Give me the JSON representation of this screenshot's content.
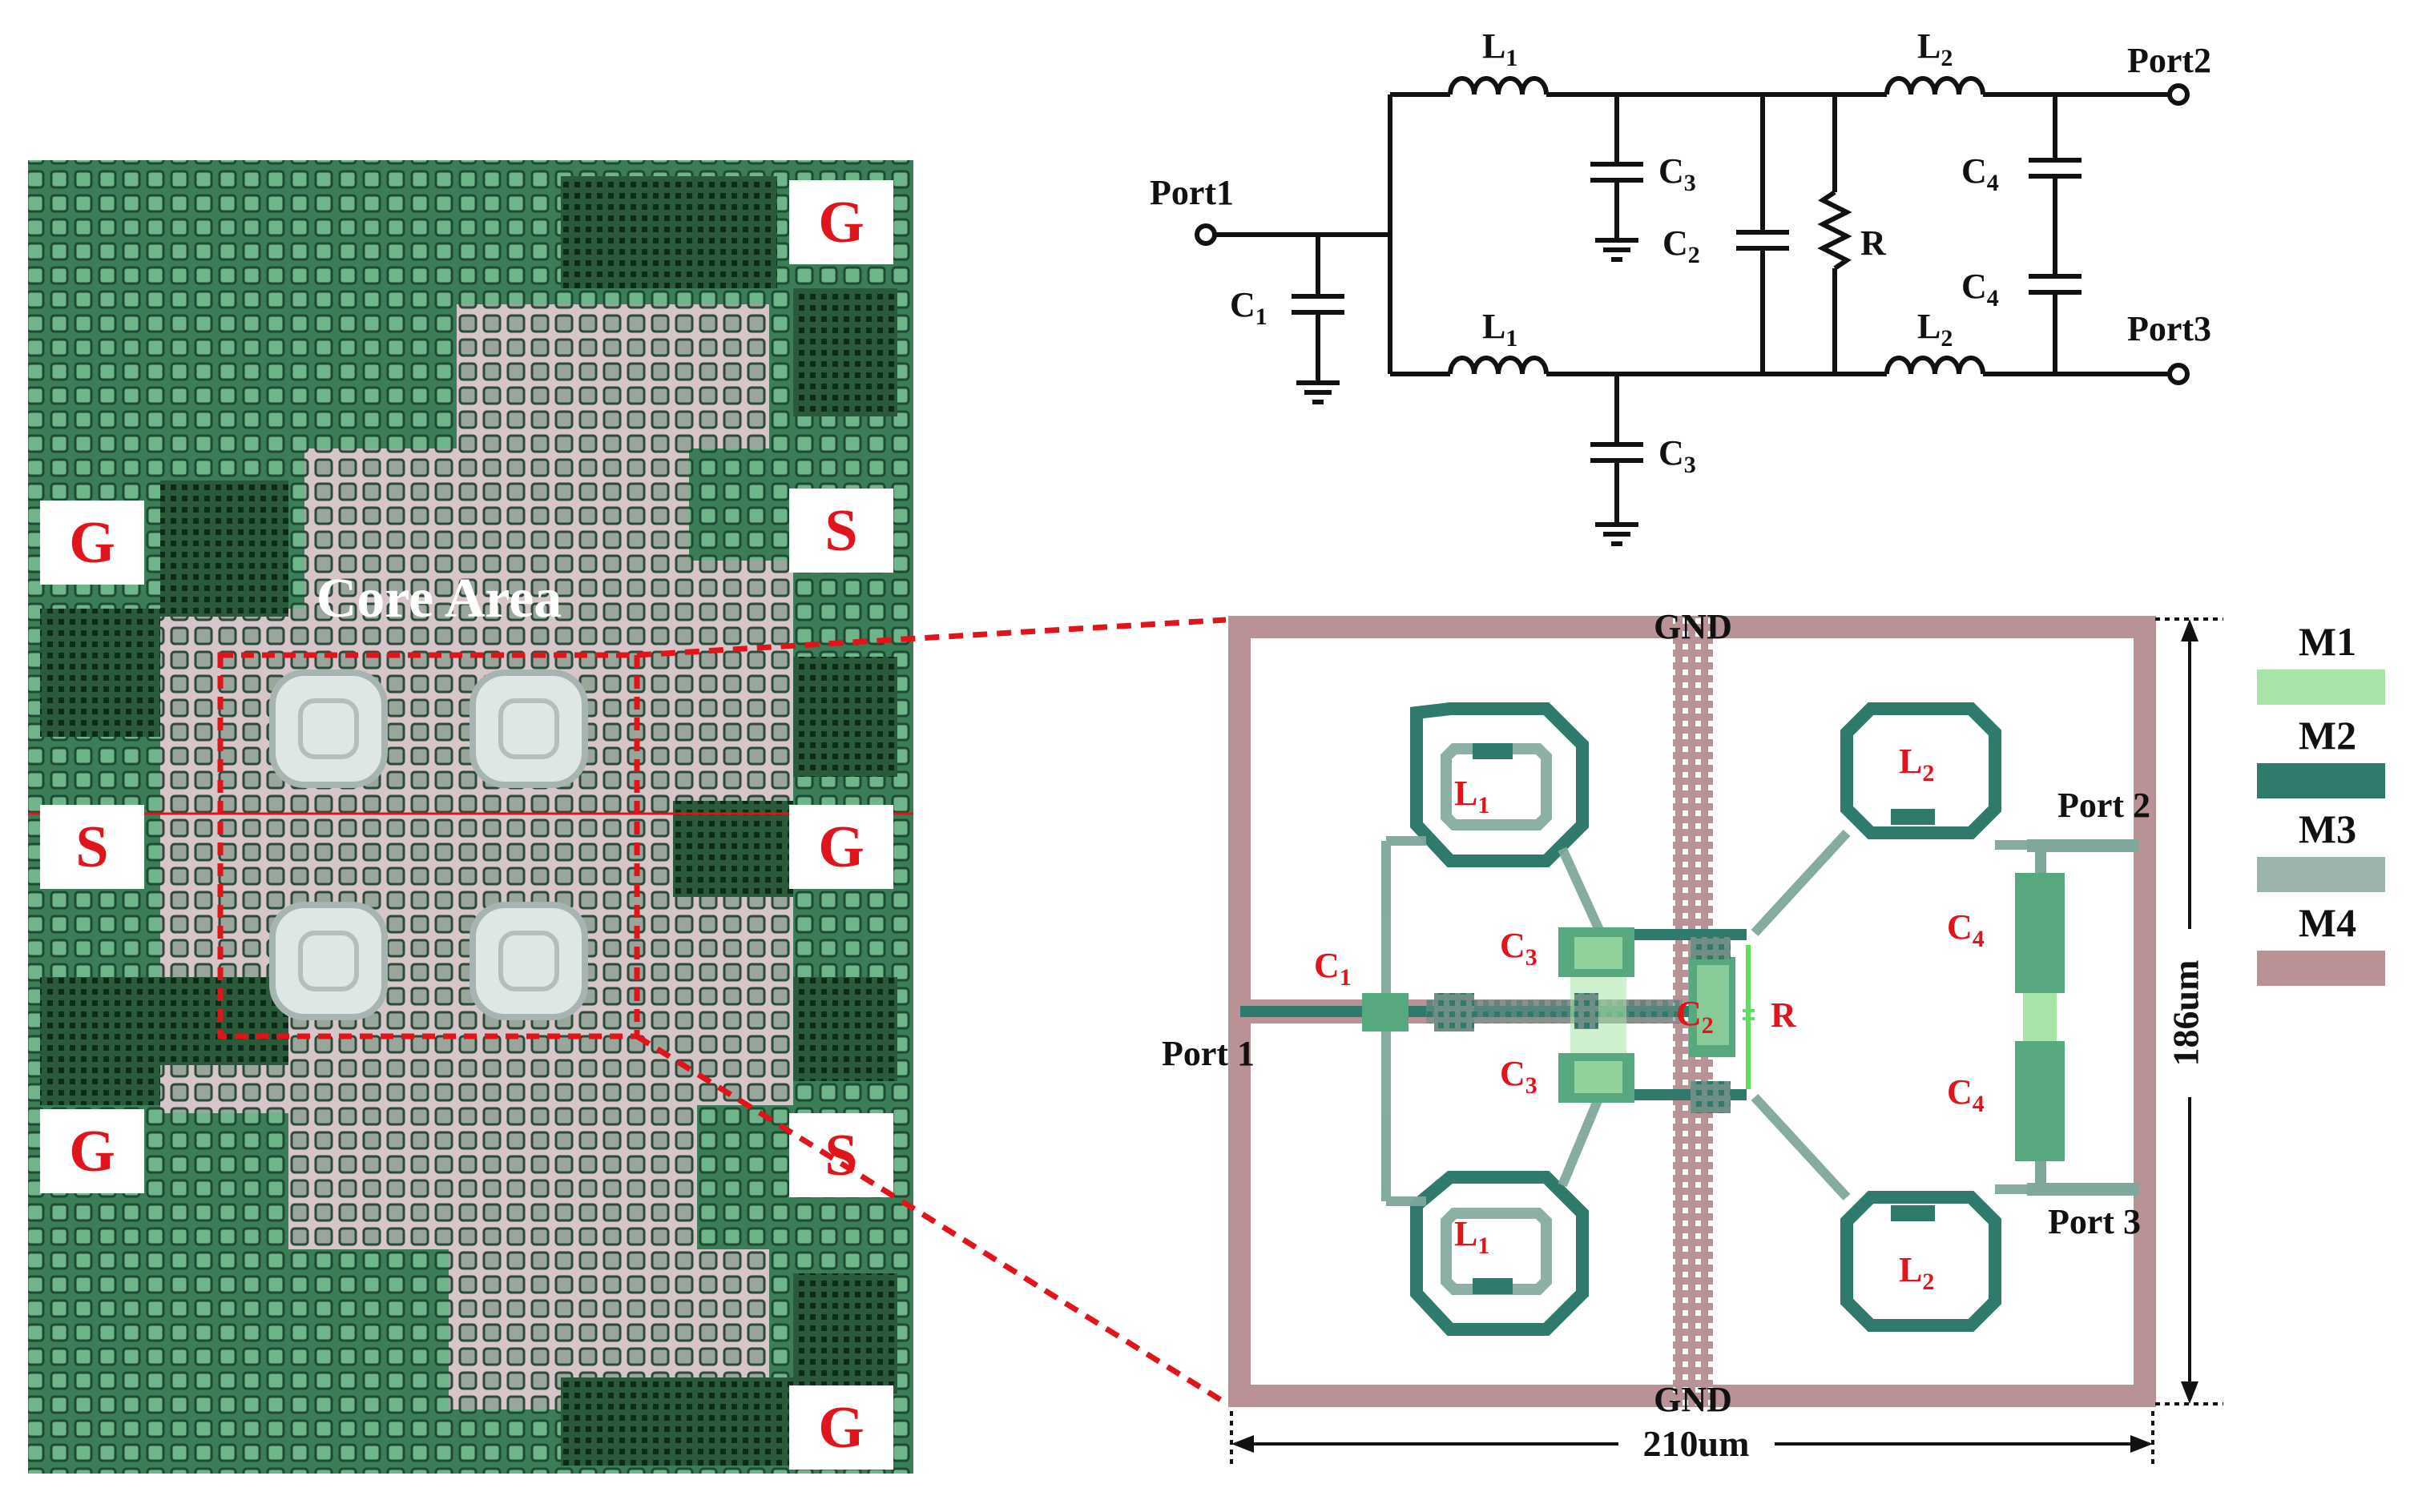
{
  "micrograph": {
    "pads": [
      "G",
      "S",
      "G",
      "S",
      "G",
      "S",
      "G",
      "G"
    ],
    "core_label": "Core Area"
  },
  "circuit": {
    "ports": [
      "Port1",
      "Port2",
      "Port3"
    ],
    "components": {
      "L1_top": {
        "main": "L",
        "sub": "1"
      },
      "L1_bot": {
        "main": "L",
        "sub": "1"
      },
      "L2_top": {
        "main": "L",
        "sub": "2"
      },
      "L2_bot": {
        "main": "L",
        "sub": "2"
      },
      "C1": {
        "main": "C",
        "sub": "1"
      },
      "C2": {
        "main": "C",
        "sub": "2"
      },
      "C3_top": {
        "main": "C",
        "sub": "3"
      },
      "C3_bot": {
        "main": "C",
        "sub": "3"
      },
      "C4_top": {
        "main": "C",
        "sub": "4"
      },
      "C4_bot": {
        "main": "C",
        "sub": "4"
      },
      "R": "R"
    }
  },
  "layout": {
    "gnd_top": "GND",
    "gnd_bottom": "GND",
    "port1": "Port 1",
    "port2": "Port 2",
    "port3": "Port 3",
    "labels": {
      "L1a": {
        "main": "L",
        "sub": "1"
      },
      "L1b": {
        "main": "L",
        "sub": "1"
      },
      "L2a": {
        "main": "L",
        "sub": "2"
      },
      "L2b": {
        "main": "L",
        "sub": "2"
      },
      "C1": {
        "main": "C",
        "sub": "1"
      },
      "C2": {
        "main": "C",
        "sub": "2"
      },
      "C3a": {
        "main": "C",
        "sub": "3"
      },
      "C3b": {
        "main": "C",
        "sub": "3"
      },
      "C4a": {
        "main": "C",
        "sub": "4"
      },
      "C4b": {
        "main": "C",
        "sub": "4"
      },
      "R": "R"
    },
    "width_label": "210um",
    "height_label": "186um"
  },
  "legend": [
    {
      "label": "M1",
      "color": "#a8e3a8"
    },
    {
      "label": "M2",
      "color": "#2f7a6c"
    },
    {
      "label": "M3",
      "color": "#9cb4ac"
    },
    {
      "label": "M4",
      "color": "#b89294"
    }
  ],
  "colors": {
    "pad_text": "#e0141b",
    "zoom_lines": "#e0141b",
    "m4_frame": "#b89294",
    "trace_m2": "#2f7a6c",
    "trace_m3": "#7fa79c",
    "m1": "#a8e3a8"
  }
}
